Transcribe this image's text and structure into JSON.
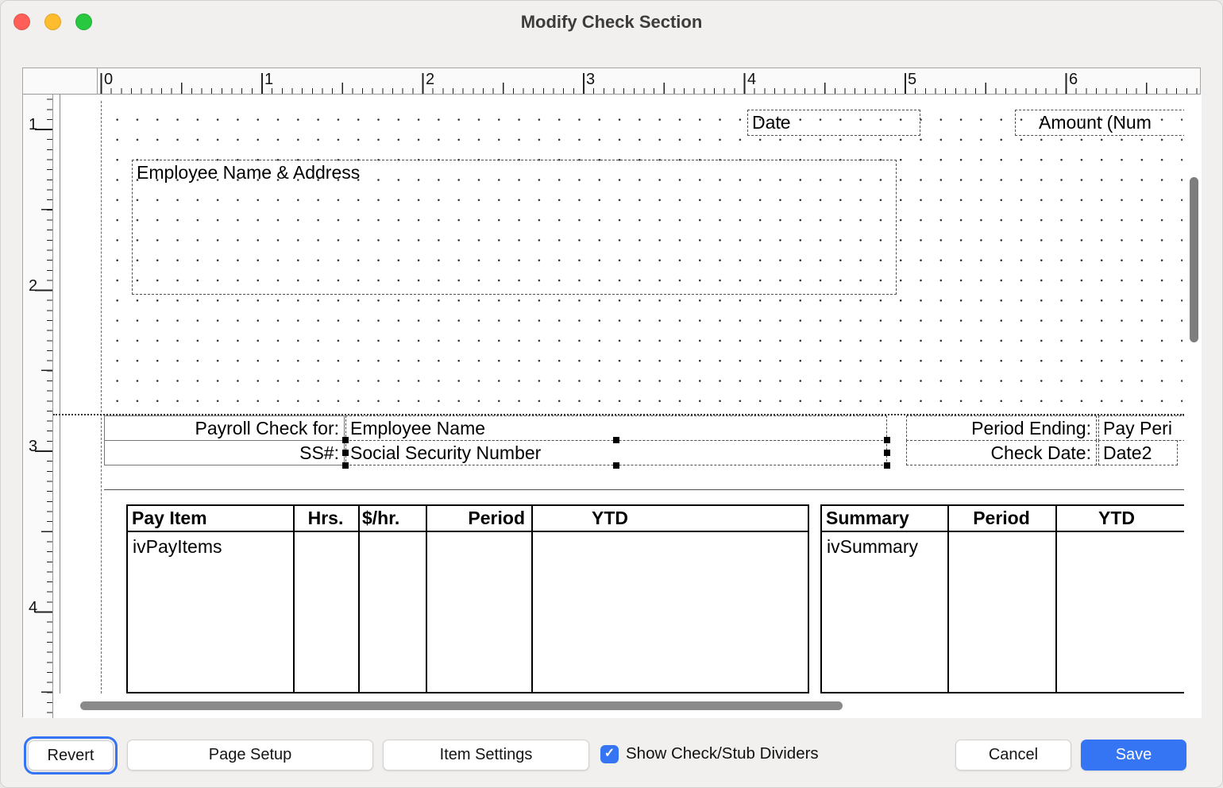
{
  "window": {
    "title": "Modify Check Section"
  },
  "rulers": {
    "horizontal": [
      "0",
      "1",
      "2",
      "3",
      "4",
      "5",
      "6"
    ],
    "vertical": [
      "1",
      "2",
      "3",
      "4"
    ]
  },
  "check": {
    "date_label": "Date",
    "amount_label": "Amount (Num",
    "employee_address_label": "Employee Name & Address"
  },
  "stub": {
    "payroll_check_for": "Payroll Check for:",
    "employee_name": "Employee Name",
    "ss_label": "SS#:",
    "ssn": "Social Security Number",
    "period_ending": "Period Ending:",
    "pay_period": "Pay Peri",
    "check_date": "Check Date:",
    "date2": "Date2"
  },
  "pay_table": {
    "headers": [
      "Pay Item",
      "Hrs.",
      "$/hr.",
      "Period",
      "YTD"
    ],
    "first_row": "ivPayItems"
  },
  "summary_table": {
    "headers": [
      "Summary",
      "Period",
      "YTD"
    ],
    "first_row": "ivSummary"
  },
  "footer": {
    "revert": "Revert",
    "page_setup": "Page Setup",
    "item_settings": "Item Settings",
    "show_dividers": "Show Check/Stub Dividers",
    "show_dividers_checked": true,
    "cancel": "Cancel",
    "save": "Save"
  },
  "icons": {
    "checkmark": "✓"
  },
  "colors": {
    "accent_blue": "#3574F2",
    "traffic_red": "#FF5F57",
    "traffic_yellow": "#FEBC2E",
    "traffic_green": "#28C840"
  }
}
